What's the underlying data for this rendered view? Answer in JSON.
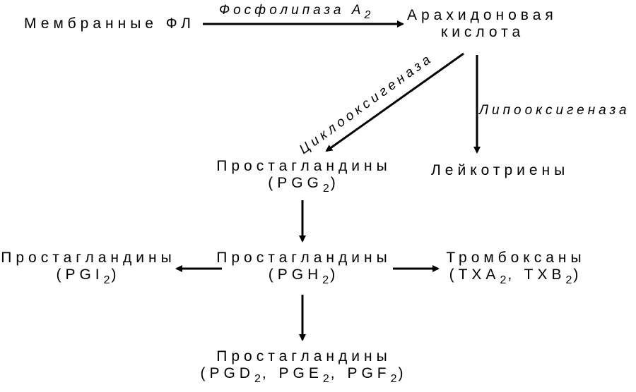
{
  "nodes": {
    "membrane": {
      "text": "Мембранные ФЛ"
    },
    "arachidonic": {
      "line1": "Арахидоновая",
      "line2": "кислота"
    },
    "pgg2": {
      "line1": "Простагландины",
      "pre": "(PGG",
      "sub": "2",
      "post": ")"
    },
    "leukotrienes": {
      "text": "Лейкотриены"
    },
    "pgi2": {
      "line1": "Простагландины",
      "pre": "(PGI",
      "sub": "2",
      "post": ")"
    },
    "pgh2": {
      "line1": "Простагландины",
      "pre": "(PGH",
      "sub": "2",
      "post": ")"
    },
    "thromboxanes": {
      "line1": "Тромбоксаны",
      "p1": "(TXA",
      "s1": "2",
      "mid": ", TXB",
      "s2": "2",
      "post": ")"
    },
    "pgd_pge_pgf": {
      "line1": "Простагландины",
      "p1": "(PGD",
      "s1": "2",
      "m1": ", PGE",
      "s2": "2",
      "m2": ", PGF",
      "s3": "2",
      "post": ")"
    }
  },
  "enzymes": {
    "phospholipase": {
      "text": "Фосфолипаза А",
      "sub": "2"
    },
    "cyclooxygenase": {
      "text": "Циклооксигеназа"
    },
    "lipoxygenase": {
      "text": "Липооксигеназа"
    }
  }
}
